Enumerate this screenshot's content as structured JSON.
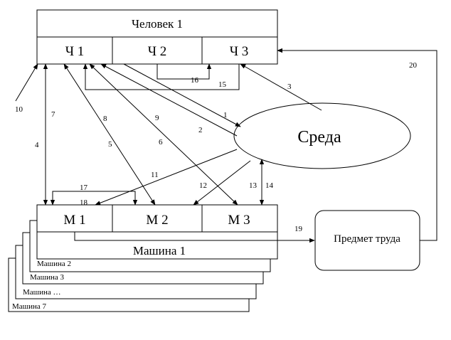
{
  "human": {
    "title": "Человек 1",
    "parts": [
      "Ч 1",
      "Ч 2",
      "Ч 3"
    ]
  },
  "machine": {
    "title": "Машина 1",
    "parts": [
      "М 1",
      "М 2",
      "М 3"
    ],
    "stack": [
      "Машина 2",
      "Машина 3",
      "Машина …",
      "Машина 7"
    ]
  },
  "environment": {
    "label": "Среда"
  },
  "labor_object": {
    "label": "Предмет труда"
  },
  "links": [
    "1",
    "2",
    "3",
    "4",
    "5",
    "6",
    "7",
    "8",
    "9",
    "10",
    "11",
    "12",
    "13",
    "14",
    "15",
    "16",
    "17",
    "18",
    "19",
    "20"
  ]
}
